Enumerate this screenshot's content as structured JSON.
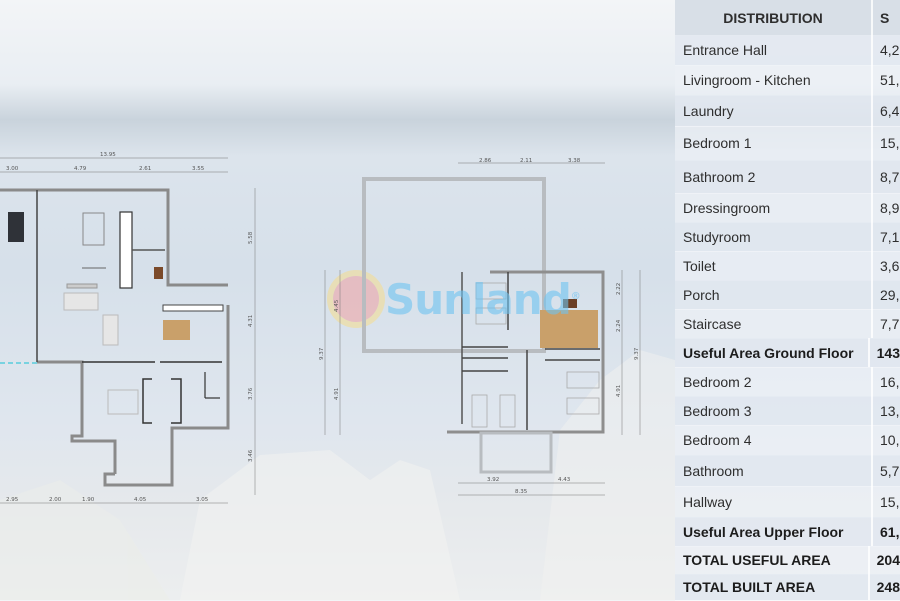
{
  "watermark": {
    "brand": "Sunland",
    "mark": "®"
  },
  "ground_floor": {
    "dims_top_total": "13.95",
    "dims_top": [
      "3.00",
      "4.79",
      "2.61",
      "3.55"
    ],
    "dims_right": [
      "5.58",
      "4.31",
      "3.76",
      "3.46"
    ],
    "dims_bottom": [
      "2.95",
      "2.00",
      "1.90",
      "4.05",
      "3.05"
    ]
  },
  "upper_floor": {
    "dims_top": [
      "2.86",
      "2.11",
      "3.38"
    ],
    "dims_left_total": "9.37",
    "dims_left": [
      "4.45",
      "4.91"
    ],
    "dims_right": [
      "2.22",
      "2.24",
      "4.91"
    ],
    "dims_right_total": "9.37",
    "dims_bottom": [
      "3.92",
      "4.43"
    ],
    "dims_bottom_total": "8.35"
  },
  "table": {
    "header": {
      "distribution": "DISTRIBUTION",
      "surface": "S"
    },
    "rows": [
      {
        "name": "Entrance Hall",
        "value": "4,2",
        "bold": false
      },
      {
        "name": "Livingroom - Kitchen",
        "value": "51,",
        "bold": false
      },
      {
        "name": "Laundry",
        "value": "6,4",
        "bold": false
      },
      {
        "name": "Bedroom 1",
        "value": "15,",
        "bold": false
      },
      {
        "name": "Bathroom 2",
        "value": "8,7",
        "bold": false
      },
      {
        "name": "Dressingroom",
        "value": "8,9",
        "bold": false
      },
      {
        "name": "Studyroom",
        "value": "7,1",
        "bold": false
      },
      {
        "name": "Toilet",
        "value": "3,6",
        "bold": false
      },
      {
        "name": "Porch",
        "value": "29,",
        "bold": false
      },
      {
        "name": "Staircase",
        "value": "7,7",
        "bold": false
      },
      {
        "name": "Useful Area Ground Floor",
        "value": "143",
        "bold": true
      },
      {
        "name": "Bedroom 2",
        "value": "16,",
        "bold": false
      },
      {
        "name": "Bedroom 3",
        "value": "13,",
        "bold": false
      },
      {
        "name": "Bedroom 4",
        "value": "10,",
        "bold": false
      },
      {
        "name": "Bathroom",
        "value": "5,7",
        "bold": false
      },
      {
        "name": "Hallway",
        "value": "15,",
        "bold": false
      },
      {
        "name": "Useful Area Upper Floor",
        "value": "61,",
        "bold": true
      },
      {
        "name": "TOTAL USEFUL AREA",
        "value": "204",
        "bold": true
      },
      {
        "name": "TOTAL BUILT AREA",
        "value": "248",
        "bold": true
      }
    ]
  },
  "colors": {
    "wall": "#8e8e8e",
    "stairs": "#c9a06a",
    "accent_dash": "#3cc8d8",
    "watermark": "#6ec3f0"
  }
}
